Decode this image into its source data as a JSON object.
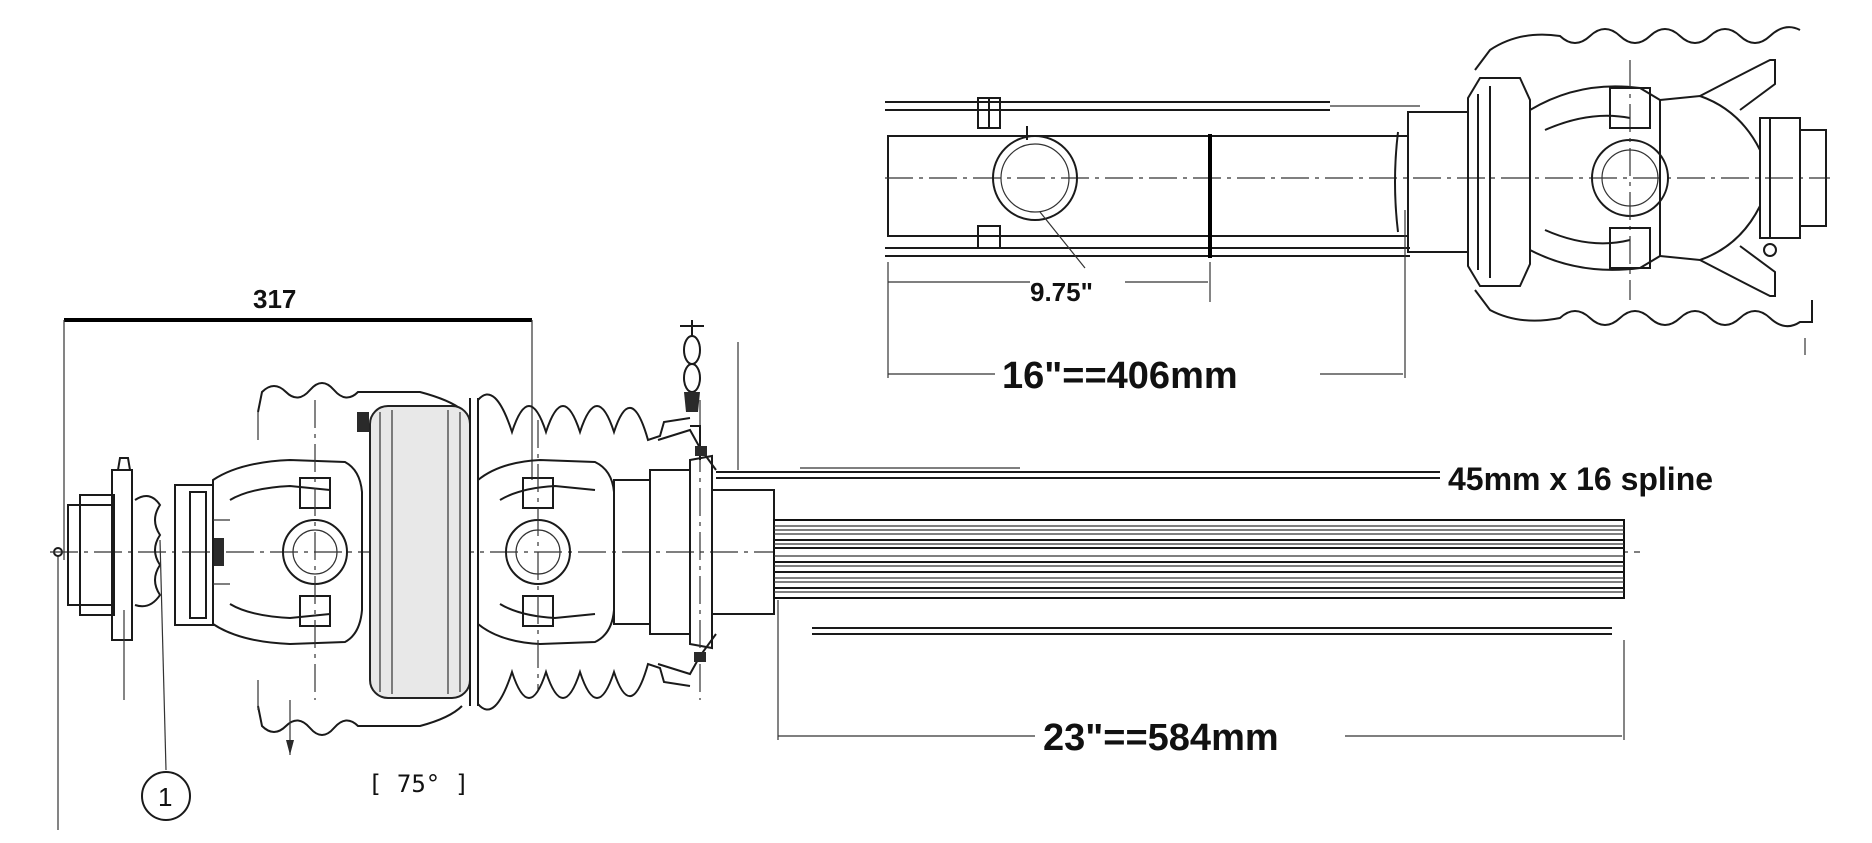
{
  "labels": {
    "dim_317": "317",
    "dim_975": "9.75\"",
    "dim_16in": "16\"==406mm",
    "spline": "45mm x 16 spline",
    "dim_23in": "23\"==584mm",
    "angle": "[ 75° ]",
    "balloon": "1"
  },
  "colors": {
    "line": "#1a1a1a",
    "background": "#ffffff"
  }
}
